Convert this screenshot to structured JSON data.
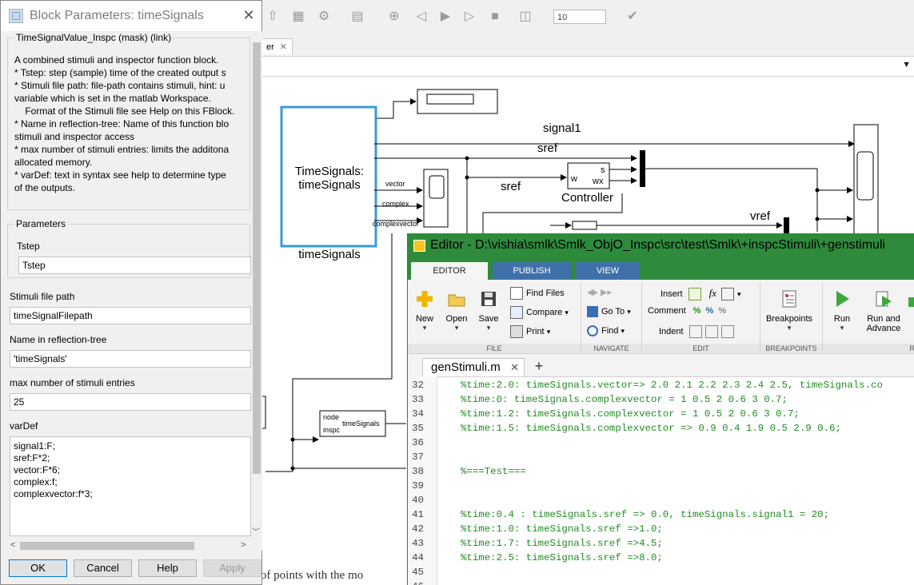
{
  "simulink": {
    "tab_label": "er",
    "tab_close": "✕",
    "address_dropdown": "▼",
    "sim_time": "10",
    "toolbar_icons": [
      "up-icon",
      "model-explorer-icon",
      "gear-icon",
      "library-icon",
      "link-icon",
      "step-back-icon",
      "run-icon",
      "step-forward-icon",
      "stop-icon",
      "scope-icon",
      "check-icon"
    ],
    "blocks": {
      "timesignals_title": "TimeSignals:",
      "timesignals_sub": "timeSignals",
      "timesignals_caption": "timeSignals",
      "port_vector": "vector",
      "port_complex": "complex",
      "port_complexvector": "complexvector",
      "controller_caption": "Controller",
      "controller_w": "w",
      "controller_s": "s",
      "controller_wx": "wx",
      "inspc_node": "node",
      "inspc_inspc": "inspc",
      "inspc_out": "timeSignals"
    },
    "signals": {
      "signal1": "signal1",
      "sref": "sref",
      "sref2": "sref",
      "vref": "vref"
    },
    "doc_text": "Editing of points with the mo"
  },
  "dialog": {
    "title": "Block Parameters: timeSignals",
    "close": "✕",
    "group_title": "TimeSignalValue_Inspc (mask) (link)",
    "description": "A combined stimuli and inspector function block.\n* Tstep: step (sample) time of the created output s\n* Stimuli file path: file-path contains stimuli, hint: u\nvariable which is set in the matlab Workspace.\n    Format of the Stimuli file see Help on this FBlock.\n* Name in reflection-tree: Name of this function blo\nstimuli and inspector access\n* max number of stimuli entries: limits the additona\nallocated memory.\n* varDef: text in syntax see help to determine type\nof the outputs.",
    "params_title": "Parameters",
    "tstep_label": "Tstep",
    "tstep_value": "Tstep",
    "stimuli_label": "Stimuli file path",
    "stimuli_value": "timeSignalFilepath",
    "name_label": "Name in reflection-tree",
    "name_value": "'timeSignals'",
    "max_label": "max number of stimuli entries",
    "max_value": "25",
    "vardef_label": "varDef",
    "vardef_value": "signal1:F;\nsref:F*2;\nvector:F*6;\ncomplex:f;\ncomplexvector:f*3;",
    "scroll_left": "<",
    "scroll_right": ">",
    "scroll_down": "﹀",
    "buttons": {
      "ok": "OK",
      "cancel": "Cancel",
      "help": "Help",
      "apply": "Apply"
    }
  },
  "editor": {
    "title": "Editor - D:\\vishia\\smlk\\Smlk_ObjO_Inspc\\src\\test\\Smlk\\+inspcStimuli\\+genstimuli",
    "tabs": [
      "EDITOR",
      "PUBLISH",
      "VIEW"
    ],
    "file_group": {
      "new": "New",
      "open": "Open",
      "save": "Save",
      "find_files": "Find Files",
      "compare": "Compare",
      "print": "Print"
    },
    "navigate_group": {
      "go_to": "Go To",
      "find": "Find"
    },
    "edit_group": {
      "insert": "Insert",
      "comment": "Comment",
      "indent": "Indent"
    },
    "breakpoints_group": {
      "breakpoints": "Breakpoints"
    },
    "run_group": {
      "run": "Run",
      "run_advance": "Run and",
      "run_advance2": "Advance"
    },
    "sections": [
      "FILE",
      "NAVIGATE",
      "EDIT",
      "BREAKPOINTS",
      "R"
    ],
    "file_tab": "genStimuli.m",
    "file_tab_close": "✕",
    "file_tab_add": "+",
    "code_lines": [
      {
        "n": "32",
        "t": "%time:2.0: timeSignals.vector=> 2.0 2.1 2.2 2.3 2.4 2.5, timeSignals.co"
      },
      {
        "n": "33",
        "t": "%time:0: timeSignals.complexvector = 1 0.5 2 0.6 3 0.7;"
      },
      {
        "n": "34",
        "t": "%time:1.2: timeSignals.complexvector = 1 0.5 2 0.6 3 0.7;"
      },
      {
        "n": "35",
        "t": "%time:1.5: timeSignals.complexvector => 0.9 0.4 1.9 0.5 2.9 0.6;"
      },
      {
        "n": "36",
        "t": ""
      },
      {
        "n": "37",
        "t": ""
      },
      {
        "n": "38",
        "t": "%===Test==="
      },
      {
        "n": "39",
        "t": ""
      },
      {
        "n": "40",
        "t": ""
      },
      {
        "n": "41",
        "t": "%time:0.4 : timeSignals.sref => 0.0, timeSignals.signal1 = 20;"
      },
      {
        "n": "42",
        "t": "%time:1.0: timeSignals.sref =>1.0;"
      },
      {
        "n": "43",
        "t": "%time:1.7: timeSignals.sref =>4.5;"
      },
      {
        "n": "44",
        "t": "%time:2.5: timeSignals.sref =>8.0;"
      },
      {
        "n": "45",
        "t": ""
      },
      {
        "n": "46",
        "t": ""
      }
    ]
  }
}
